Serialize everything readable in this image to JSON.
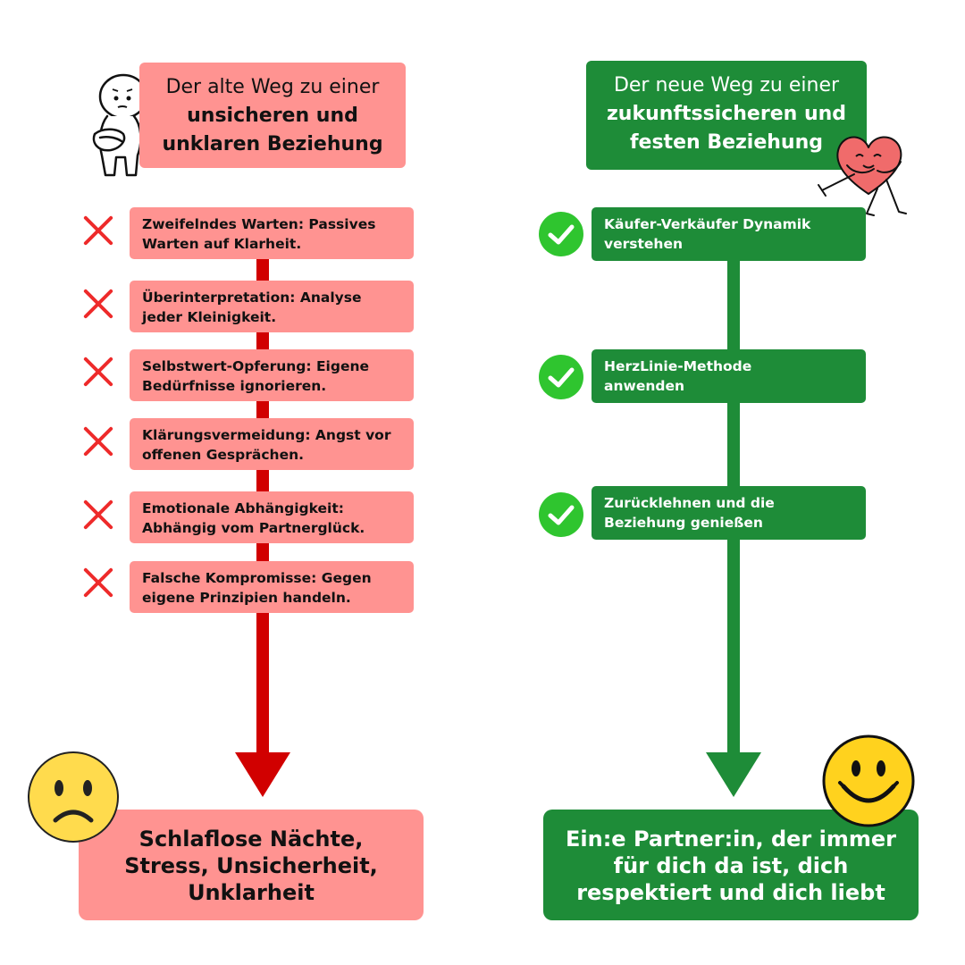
{
  "left": {
    "header": {
      "line1": "Der alte Weg zu einer",
      "line2": "unsicheren und",
      "line3": "unklaren Beziehung"
    },
    "items": [
      {
        "line1": "Zweifelndes Warten: Passives",
        "line2": "Warten auf Klarheit."
      },
      {
        "line1": "Überinterpretation: Analyse",
        "line2": "jeder Kleinigkeit."
      },
      {
        "line1": "Selbstwert-Opferung: Eigene",
        "line2": "Bedürfnisse ignorieren."
      },
      {
        "line1": "Klärungsvermeidung: Angst vor",
        "line2": "offenen Gesprächen."
      },
      {
        "line1": "Emotionale Abhängigkeit:",
        "line2": "Abhängig vom Partnerglück."
      },
      {
        "line1": "Falsche Kompromisse: Gegen",
        "line2": "eigene Prinzipien handeln."
      }
    ],
    "result": {
      "line1": "Schlaflose Nächte,",
      "line2": "Stress, Unsicherheit,",
      "line3": "Unklarheit"
    },
    "colors": {
      "box": "#ff9391",
      "arrow": "#d10000",
      "mark": "#ee2a2a"
    }
  },
  "right": {
    "header": {
      "line1": "Der neue Weg zu einer",
      "line2": "zukunftssicheren und",
      "line3": "festen Beziehung"
    },
    "items": [
      {
        "line1": "Käufer-Verkäufer Dynamik",
        "line2": "verstehen"
      },
      {
        "line1": "HerzLinie-Methode",
        "line2": "anwenden"
      },
      {
        "line1": "Zurücklehnen und die",
        "line2": "Beziehung genießen"
      }
    ],
    "result": {
      "line1": "Ein:e Partner:in, der immer",
      "line2": "für dich da ist, dich",
      "line3": "respektiert und dich liebt"
    },
    "colors": {
      "box": "#1e8c38",
      "check": "#2fc52f"
    }
  },
  "icons": [
    "worried-figure-icon",
    "x-mark-icon",
    "check-circle-icon",
    "sad-face-icon",
    "smiley-face-icon",
    "heart-character-icon"
  ]
}
